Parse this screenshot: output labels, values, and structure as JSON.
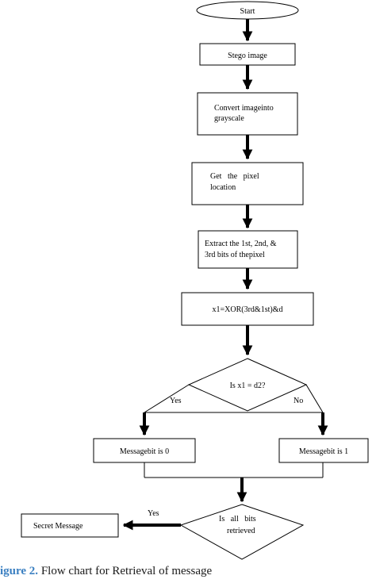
{
  "flowchart": {
    "start": "Start",
    "steps": {
      "stego_image": "Stego image",
      "convert_line1": "Convert imageinto",
      "convert_line2": "grayscale",
      "pixel_line1": "Get   the   pixel",
      "pixel_line2": "location",
      "extract_line1": "Extract the 1st, 2nd, &",
      "extract_line2": "3rd bits of thepixel",
      "xor": "x1=XOR(3rd&1st)&d",
      "decision1": "Is x1 = d2?",
      "msg_bit0": "Messagebit is 0",
      "msg_bit1": "Messagebit is 1",
      "decision2_line1": "Is   all   bits",
      "decision2_line2": "retrieved",
      "secret_message": "Secret Message"
    },
    "branches": {
      "yes_left": "Yes",
      "no_right": "No",
      "yes_final": "Yes"
    }
  },
  "caption": {
    "figure": "igure 2.",
    "text": " Flow chart for Retrieval of message"
  }
}
